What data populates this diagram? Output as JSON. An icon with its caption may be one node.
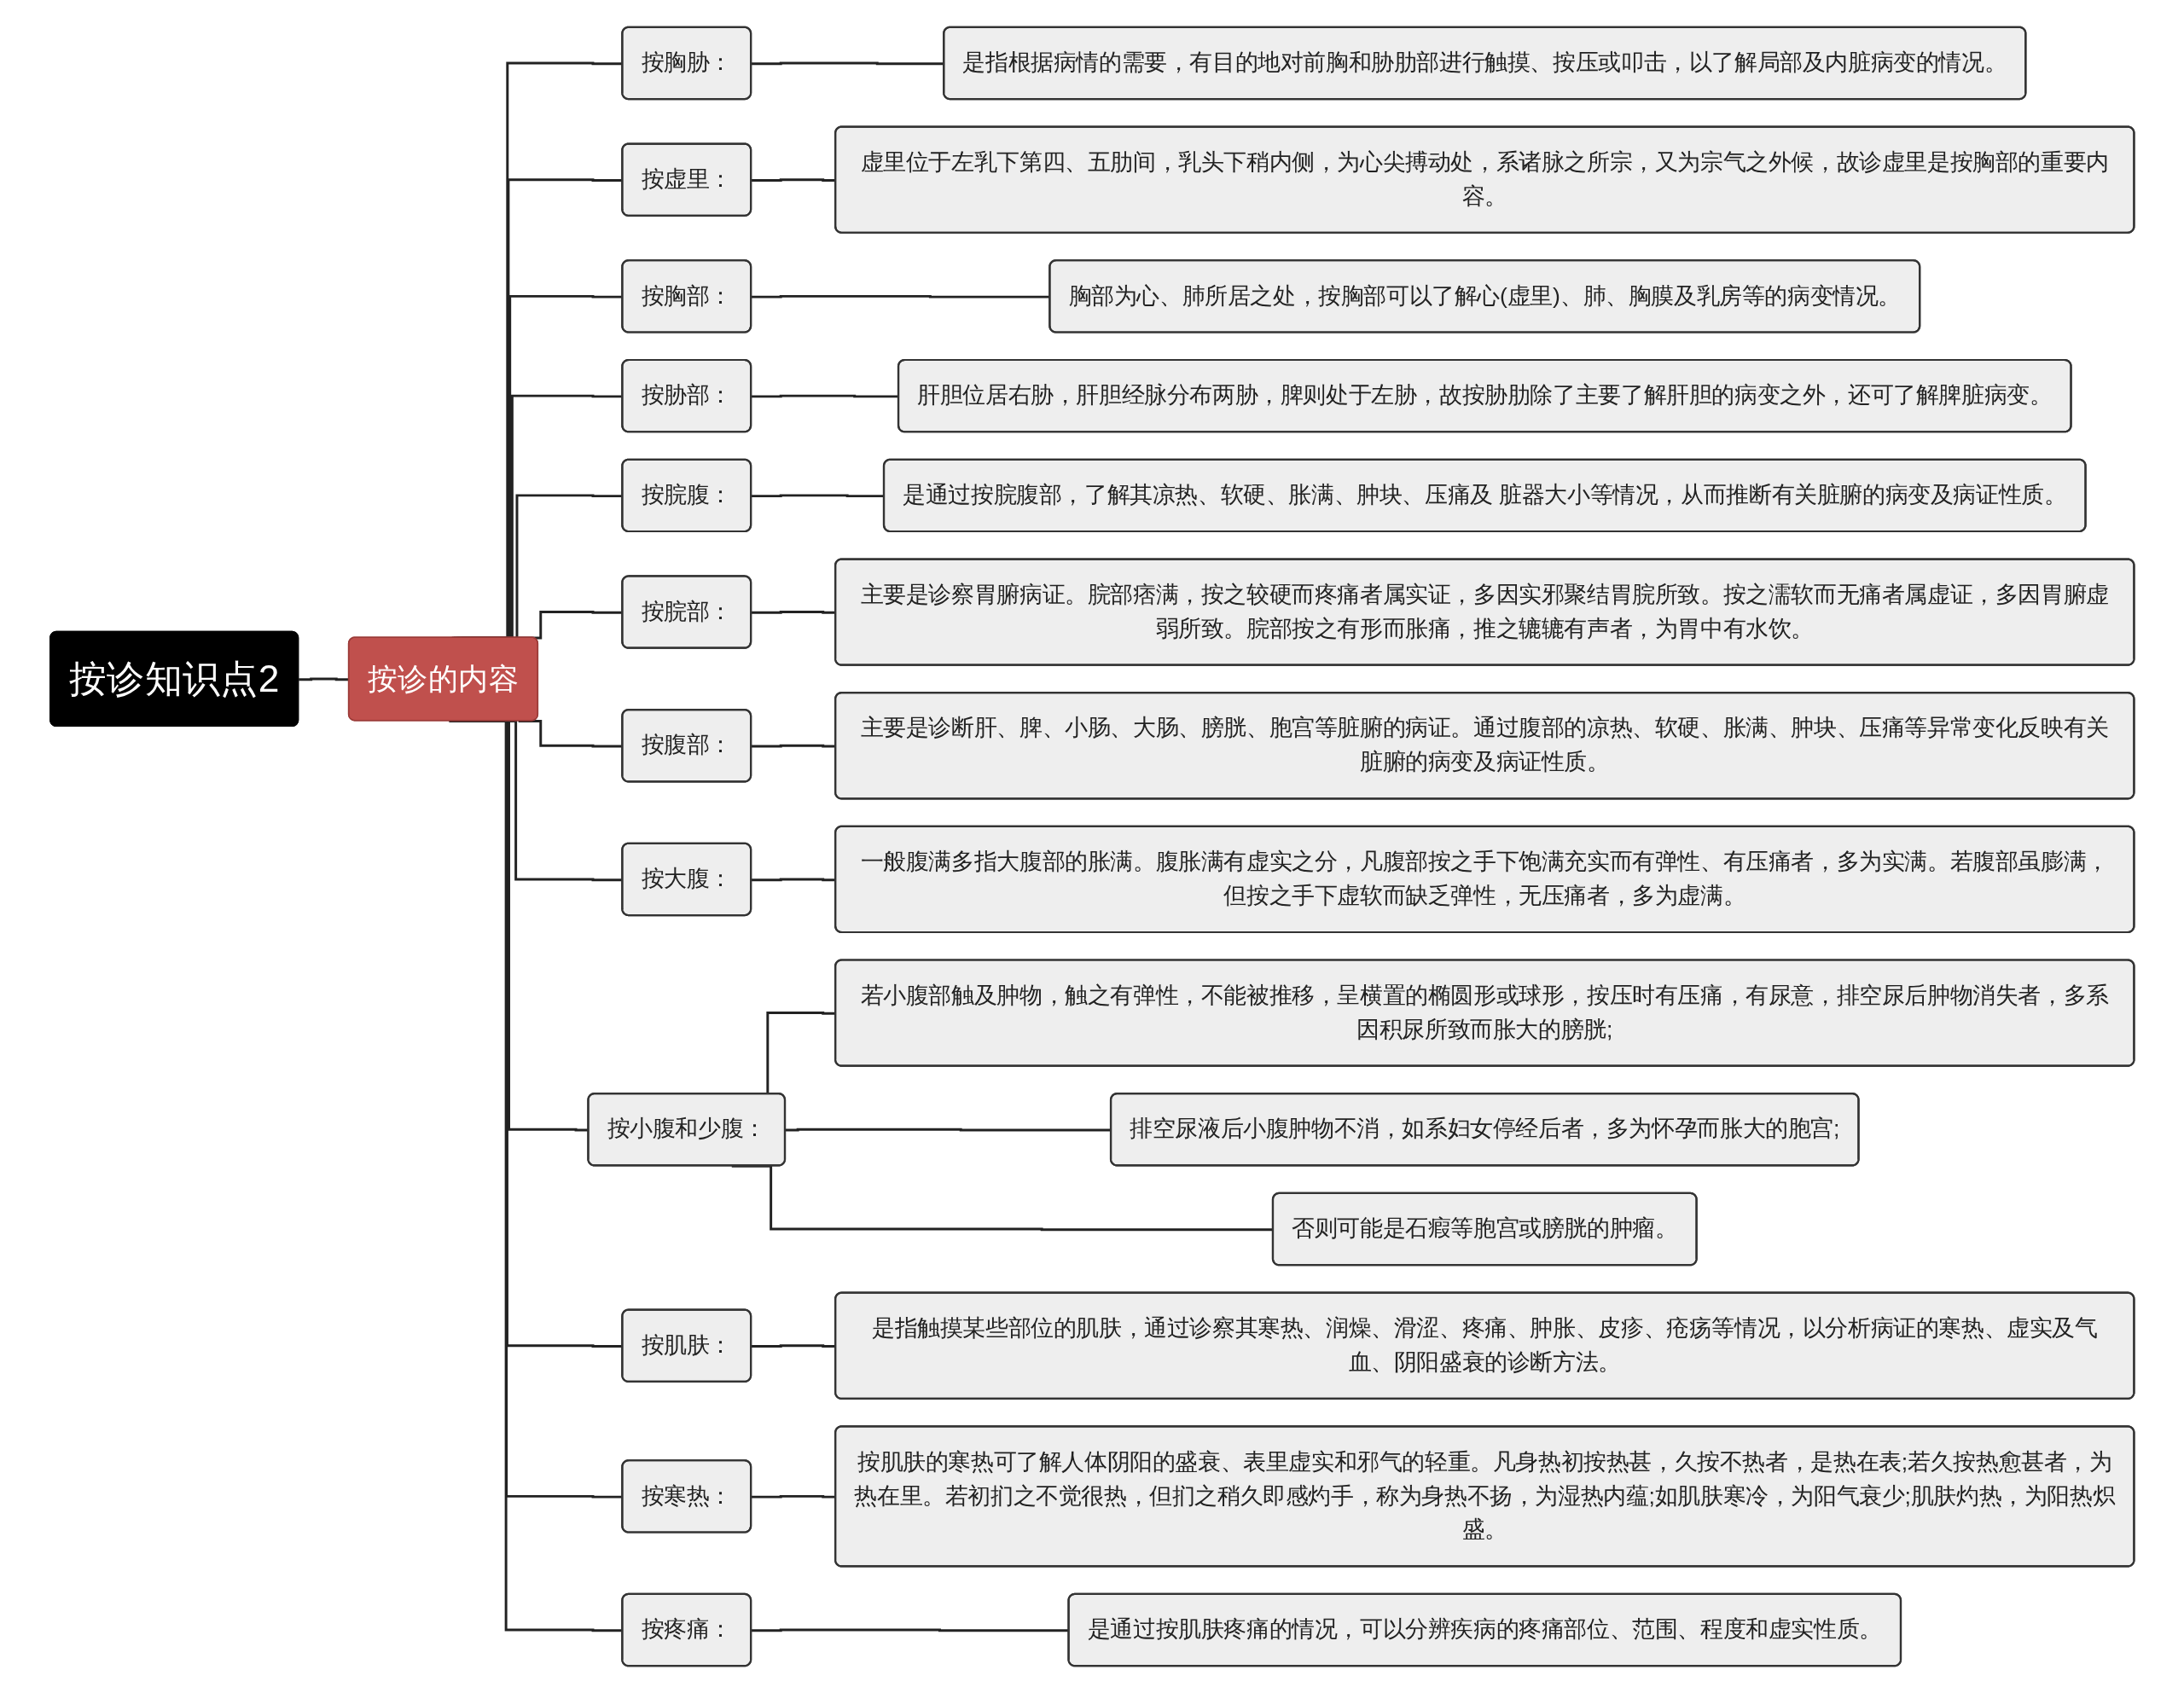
{
  "diagram": {
    "nodes": [
      {
        "text": [
          "按诊知识点2"
        ]
      },
      {
        "text": [
          "按诊的内容"
        ]
      },
      {
        "text": [
          "按胸胁："
        ]
      },
      {
        "text": [
          "是指根据病情的需要，有目的地对前胸和胁肋部进行触摸、按压或叩击，以了解局部及内脏病变的情况。"
        ]
      },
      {
        "text": [
          "按虚里："
        ]
      },
      {
        "text": [
          "虚里位于左乳下第四、五肋间，乳头下稍内侧，为心尖搏动处，系诸脉之所宗，又为宗气之外候，故诊虚里是按胸部的重要内容。"
        ]
      },
      {
        "text": [
          "按胸部："
        ]
      },
      {
        "text": [
          "胸部为心、肺所居之处，按胸部可以了解心(虚里)、肺、胸膜及乳房等的病变情况。"
        ]
      },
      {
        "text": [
          "按胁部："
        ]
      },
      {
        "text": [
          "肝胆位居右胁，肝胆经脉分布两胁，脾则处于左胁，故按胁肋除了主要了解肝胆的病变之外，还可了解脾脏病变。"
        ]
      },
      {
        "text": [
          "按脘腹："
        ]
      },
      {
        "text": [
          "是通过按脘腹部，了解其凉热、软硬、胀满、肿块、压痛及 脏器大小等情况，从而推断有关脏腑的病变及病证性质。"
        ]
      },
      {
        "text": [
          "按脘部："
        ]
      },
      {
        "text": [
          "主要是诊察胃腑病证。脘部痞满，按之较硬而疼痛者属实证，多因实邪聚结胃脘所致。按之濡软而无痛者属虚证，多因胃腑虚弱所致。脘部按之有形而胀痛，推之辘辘有声者，为胃中有水饮。"
        ]
      },
      {
        "text": [
          "按腹部："
        ]
      },
      {
        "text": [
          "主要是诊断肝、脾、小肠、大肠、膀胱、胞宫等脏腑的病证。通过腹部的凉热、软硬、胀满、肿块、压痛等异常变化反映有关脏腑的病变及病证性质。"
        ]
      },
      {
        "text": [
          "按大腹："
        ]
      },
      {
        "text": [
          "一般腹满多指大腹部的胀满。腹胀满有虚实之分，凡腹部按之手下饱满充实而有弹性、有压痛者，多为实满。若腹部虽膨满，但按之手下虚软而缺乏弹性，无压痛者，多为虚满。"
        ]
      },
      {
        "text": [
          "按小腹和少腹："
        ]
      },
      {
        "text": [
          "若小腹部触及肿物，触之有弹性，不能被推移，呈横置的椭圆形或球形，按压时有压痛，有尿意，排空尿后肿物消失者，多系因积尿所致而胀大的膀胱;"
        ]
      },
      {
        "text": [
          "排空尿液后小腹肿物不消，如系妇女停经后者，多为怀孕而胀大的胞宫;"
        ]
      },
      {
        "text": [
          "否则可能是石瘕等胞宫或膀胱的肿瘤。"
        ]
      },
      {
        "text": [
          "按肌肤："
        ]
      },
      {
        "text": [
          "是指触摸某些部位的肌肤，通过诊察其寒热、润燥、滑涩、疼痛、肿胀、皮疹、疮疡等情况，以分析病证的寒热、虚实及气血、阴阳盛衰的诊断方法。"
        ]
      },
      {
        "text": [
          "按寒热："
        ]
      },
      {
        "text": [
          "按肌肤的寒热可了解人体阴阳的盛衰、表里虚实和邪气的轻重。凡身热初按热甚，久按不热者，是热在表;若久按热愈甚者，为热在里。若初扪之不觉很热，但扪之稍久即感灼手，称为身热不扬，为湿热内蕴;如肌肤寒冷，为阳气衰少;肌肤灼热，为阳热炽盛。"
        ]
      },
      {
        "text": [
          "按疼痛："
        ]
      },
      {
        "text": [
          "是通过按肌肤疼痛的情况，可以分辨疾病的疼痛部位、范围、程度和虚实性质。"
        ]
      }
    ],
    "edges": [
      {
        "from": 0,
        "to": 1,
        "arrow": "none"
      },
      {
        "from": 1,
        "to": 2,
        "arrow": "none"
      },
      {
        "from": 2,
        "to": 3,
        "arrow": "none"
      },
      {
        "from": 1,
        "to": 4,
        "arrow": "none"
      },
      {
        "from": 4,
        "to": 5,
        "arrow": "none"
      },
      {
        "from": 1,
        "to": 6,
        "arrow": "none"
      },
      {
        "from": 6,
        "to": 7,
        "arrow": "none"
      },
      {
        "from": 1,
        "to": 8,
        "arrow": "none"
      },
      {
        "from": 8,
        "to": 9,
        "arrow": "none"
      },
      {
        "from": 1,
        "to": 10,
        "arrow": "none"
      },
      {
        "from": 10,
        "to": 11,
        "arrow": "none"
      },
      {
        "from": 1,
        "to": 12,
        "arrow": "none"
      },
      {
        "from": 12,
        "to": 13,
        "arrow": "none"
      },
      {
        "from": 1,
        "to": 14,
        "arrow": "none"
      },
      {
        "from": 14,
        "to": 15,
        "arrow": "none"
      },
      {
        "from": 1,
        "to": 16,
        "arrow": "none"
      },
      {
        "from": 16,
        "to": 17,
        "arrow": "none"
      },
      {
        "from": 1,
        "to": 18,
        "arrow": "none"
      },
      {
        "from": 18,
        "to": 19,
        "arrow": "none"
      },
      {
        "from": 18,
        "to": 20,
        "arrow": "none"
      },
      {
        "from": 18,
        "to": 21,
        "arrow": "none"
      },
      {
        "from": 1,
        "to": 22,
        "arrow": "none"
      },
      {
        "from": 22,
        "to": 23,
        "arrow": "none"
      },
      {
        "from": 1,
        "to": 24,
        "arrow": "none"
      },
      {
        "from": 24,
        "to": 25,
        "arrow": "none"
      },
      {
        "from": 1,
        "to": 26,
        "arrow": "none"
      },
      {
        "from": 26,
        "to": 27,
        "arrow": "none"
      }
    ]
  }
}
